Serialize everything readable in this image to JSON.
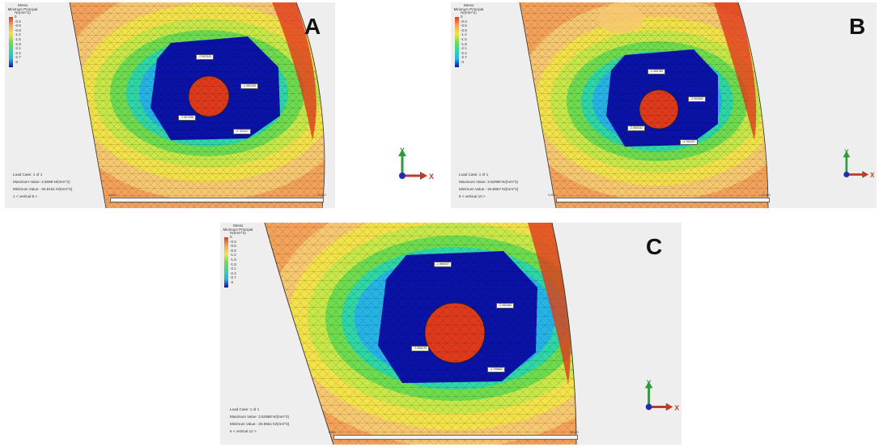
{
  "panels": [
    {
      "id": "a",
      "tag": "A",
      "legend": {
        "title": "Stress\nMinimum Principal\nN/(mm^2)",
        "ticks": [
          "0",
          "-0.3",
          "-0.6",
          "-0.9",
          "-1.2",
          "-1.5",
          "-1.8",
          "-2.1",
          "-2.4",
          "-2.7",
          "-3"
        ]
      },
      "info": {
        "load_case": "Load Case:   1 of 1",
        "max": "Maximum Value: 3.6698 N/(mm^2)",
        "min": "Minimum Value: -25.9191 N/(mm^2)",
        "step": "1 < vertical 8 >"
      },
      "probes": [
        "-2.993343",
        "-2.990346",
        "-2.567098",
        "-4.769347"
      ],
      "scale": [
        "0.000",
        "20.000"
      ],
      "axes": {
        "y": "Y",
        "x": "X"
      }
    },
    {
      "id": "b",
      "tag": "B",
      "legend": {
        "title": "Stress\nMinimum Principal\nN/(mm^2)",
        "ticks": [
          "0",
          "-0.3",
          "-0.6",
          "-0.9",
          "-1.2",
          "-1.5",
          "-1.8",
          "-2.1",
          "-2.4",
          "-2.7",
          "-3"
        ]
      },
      "info": {
        "load_case": "Load Case:   1 of 1",
        "max": "Maximum Value: 3.62988 N/(mm^2)",
        "min": "Minimum Value: -25.9957 N/(mm^2)",
        "step": "6 < vertical 10 >"
      },
      "probes": [
        "-2.965780",
        "-2.904662",
        "-2.555342",
        "-4.762207"
      ],
      "scale": [
        "0.000",
        "20.000"
      ],
      "axes": {
        "y": "Y",
        "x": "X"
      }
    },
    {
      "id": "c",
      "tag": "C",
      "legend": {
        "title": "Stress\nMinimum Principal\nN/(mm^2)",
        "ticks": [
          "0",
          "-0.3",
          "-0.6",
          "-0.9",
          "-1.2",
          "-1.5",
          "-1.8",
          "-2.1",
          "-2.4",
          "-2.7",
          "-3"
        ]
      },
      "info": {
        "load_case": "Load Case:   1 of 1",
        "max": "Maximum Value: 3.62988 N/(mm^2)",
        "min": "Minimum Value: -25.9561 N/(mm^2)",
        "step": "6 < vertical 12 >"
      },
      "probes": [
        "-2.966437",
        "-2.985466",
        "-2.956479",
        "-4.798862"
      ],
      "scale": [
        "0.000",
        "20.000"
      ],
      "axes": {
        "y": "Y",
        "x": "X"
      }
    }
  ],
  "colors": {
    "contour": [
      "#e03a1c",
      "#f07a3a",
      "#f5a35b",
      "#f8c870",
      "#f4e24a",
      "#c8e84a",
      "#6fdc4f",
      "#2fd6a6",
      "#26b4e6",
      "#2f6fd8",
      "#0a12a8"
    ],
    "background": "#eeeeee"
  }
}
